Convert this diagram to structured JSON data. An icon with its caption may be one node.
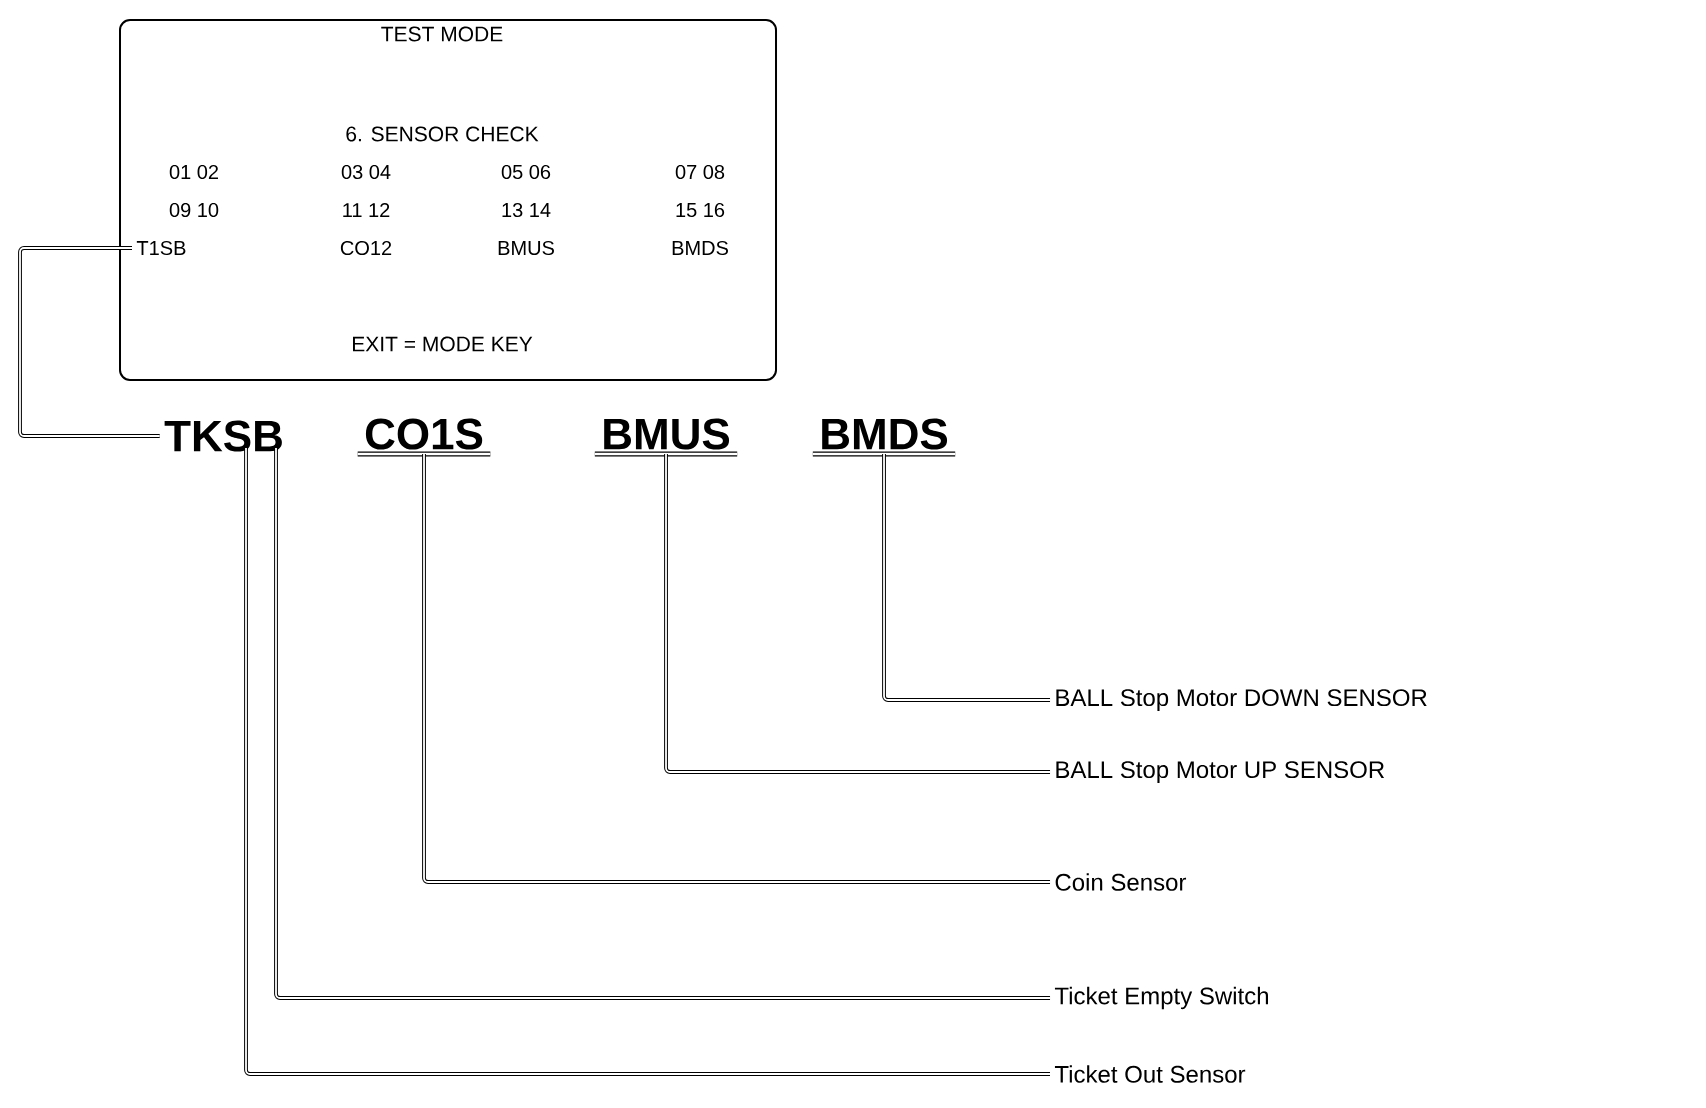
{
  "diagram": {
    "nodes": [
      {
        "text": [
          "TEST MODE",
          "6. SENSOR CHECK",
          "EXIT = MODE KEY"
        ]
      },
      {
        "text": [
          "T1SB"
        ],
        "in": 0
      },
      {
        "text": [
          "TKSB"
        ]
      },
      {
        "text": [
          "CO1S"
        ]
      },
      {
        "text": [
          "BMUS"
        ]
      },
      {
        "text": [
          "BMDS"
        ]
      },
      {
        "text": [
          "BALL Stop Motor DOWN SENSOR"
        ]
      },
      {
        "text": [
          "BALL Stop Motor UP SENSOR"
        ]
      },
      {
        "text": [
          "Coin Sensor"
        ]
      },
      {
        "text": [
          "Ticket Empty Switch"
        ]
      },
      {
        "text": [
          "Ticket Out Sensor"
        ]
      }
    ],
    "edges": [
      {
        "from": 1,
        "to": 2,
        "arrow": "none"
      },
      {
        "from": 5,
        "to": 6,
        "arrow": "none"
      },
      {
        "from": 4,
        "to": 7,
        "arrow": "none"
      },
      {
        "from": 3,
        "to": 8,
        "arrow": "none"
      },
      {
        "from": 2,
        "to": 9,
        "arrow": "none"
      },
      {
        "from": 2,
        "to": 10,
        "arrow": "none"
      }
    ],
    "labels": [
      "01 02",
      "03 04",
      "05 06",
      "07 08",
      "09 10",
      "11 12",
      "13 14",
      "15 16",
      "CO12",
      "BMUS",
      "BMDS"
    ]
  }
}
